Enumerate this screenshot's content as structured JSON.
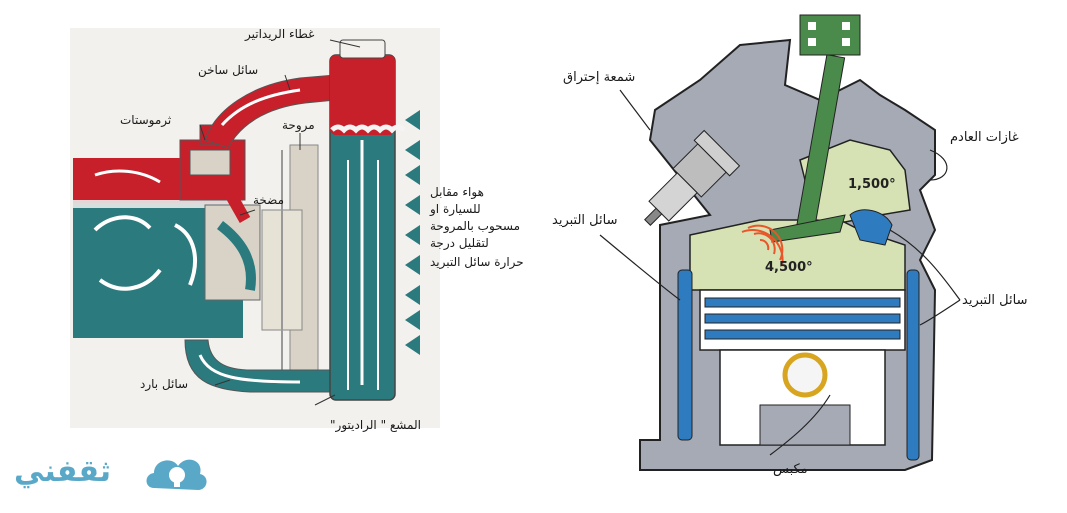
{
  "left_diagram": {
    "labels": {
      "radiator_cap": "غطاء الريداتير",
      "hot_coolant": "سائل ساخن",
      "thermostat": "ثرموستات",
      "fan": "مروحة",
      "pump": "مضخة",
      "air_line1": "هواء مقابل",
      "air_line2": "للسيارة او",
      "air_line3": "مسحوب بالمروحة",
      "air_line4": "لتقليل درجة",
      "air_line5": "حرارة سائل التبريد",
      "cold_coolant": "سائل بارد",
      "radiator": "المشع \" الراديتور\""
    }
  },
  "right_diagram": {
    "labels": {
      "spark_plug": "شمعة إحتراق",
      "exhaust_gases": "غازات العادم",
      "coolant_left": "سائل التبريد",
      "coolant_right": "سائل التبريد",
      "piston": "مكبس"
    },
    "temperatures": {
      "exhaust": "1,500°",
      "combustion": "4,500°"
    }
  },
  "logo": {
    "text": "ثقفني"
  },
  "colors": {
    "hot": "#c8202a",
    "coolant": "#2a7a7e",
    "engine_green": "#d7e2b4",
    "valve_green": "#4a8a4a",
    "cylinder_gray": "#a6aab5",
    "coolant_blue": "#2e7bbf",
    "logo_blue": "#5aa8c8"
  }
}
